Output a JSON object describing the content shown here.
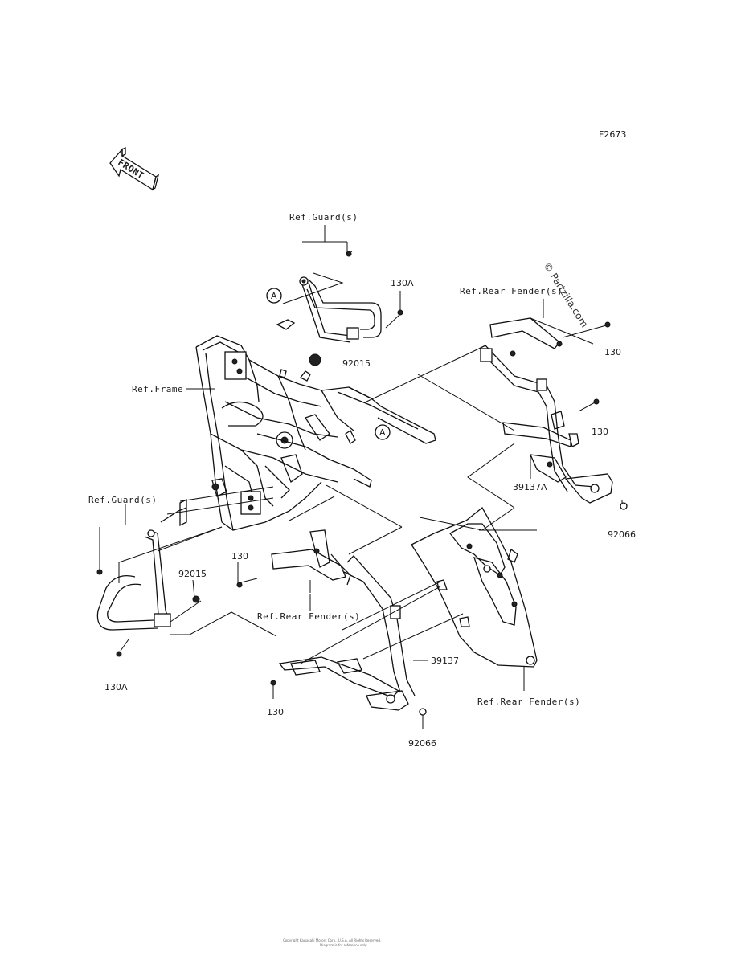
{
  "figure_code": "F2673",
  "front_label": "FRONT",
  "watermark": "© Partzilla.com",
  "callout_marker": "A",
  "labels": {
    "ref_guard_top": "Ref.Guard(s)",
    "ref_guard_left": "Ref.Guard(s)",
    "ref_frame": "Ref.Frame",
    "ref_rear_fender_top": "Ref.Rear Fender(s)",
    "ref_rear_fender_mid": "Ref.Rear Fender(s)",
    "ref_rear_fender_bottom": "Ref.Rear Fender(s)"
  },
  "part_numbers": {
    "p130A_top": "130A",
    "p92015_top": "92015",
    "p130_right_top": "130",
    "p130_right_mid": "130",
    "p39137A": "39137A",
    "p92066_right": "92066",
    "p130_left": "130",
    "p92015_left": "92015",
    "p130A_left": "130A",
    "p39137": "39137",
    "p130_bottom": "130",
    "p92066_bottom": "92066"
  },
  "footer": {
    "line1": "Copyright Kawasaki Motors Corp., U.S.A. All Rights Reserved.",
    "line2": "Diagram is for reference only."
  }
}
